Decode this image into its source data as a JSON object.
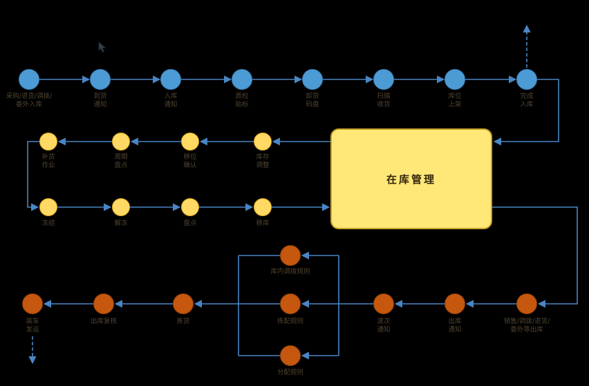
{
  "colors": {
    "background": "#000000",
    "connector": "#4a86c6",
    "inbound_node": "#4d9bd5",
    "storage_node": "#ffd964",
    "outbound_node": "#c5570e",
    "storage_box_fill": "#ffe878",
    "storage_box_border": "#c9a227",
    "label_text": "#50432f"
  },
  "storage_box": {
    "label": "在库管理"
  },
  "inbound_flow": {
    "nodes": [
      {
        "label": "采购/退货/调拨/\n委外入库"
      },
      {
        "label": "到货\n通知"
      },
      {
        "label": "入库\n通知"
      },
      {
        "label": "质检\n贴标"
      },
      {
        "label": "卸货\n码盘"
      },
      {
        "label": "扫描\n收货"
      },
      {
        "label": "库位\n上架"
      },
      {
        "label": "完成\n入库"
      }
    ]
  },
  "storage_upper_flow": {
    "nodes": [
      {
        "label": "补货\n作业"
      },
      {
        "label": "周期\n盘点"
      },
      {
        "label": "移位\n确认"
      },
      {
        "label": "库存\n调整"
      }
    ]
  },
  "storage_lower_flow": {
    "nodes": [
      {
        "label": "冻结"
      },
      {
        "label": "解冻"
      },
      {
        "label": "盘点"
      },
      {
        "label": "移库"
      }
    ]
  },
  "outbound_flow": {
    "nodes": [
      {
        "label": "销售/调拨/退货/\n委外等出库"
      },
      {
        "label": "出库\n通知"
      },
      {
        "label": "波次\n通知"
      },
      {
        "label": "拣货"
      },
      {
        "label": "出库复核"
      },
      {
        "label": "装车\n发运"
      }
    ],
    "rule_branches": [
      {
        "label": "库内调拨规则"
      },
      {
        "label": "拣配规则"
      },
      {
        "label": "分配规则"
      }
    ]
  }
}
